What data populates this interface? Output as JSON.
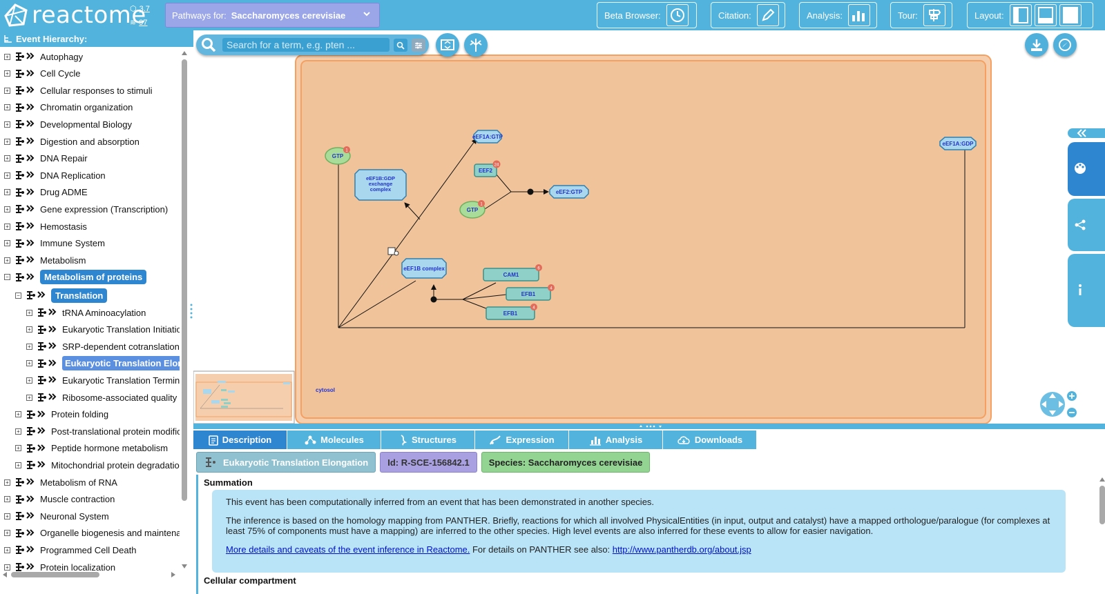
{
  "header": {
    "logo_text": "reactome",
    "version_top": "3.7",
    "version_bottom": "97",
    "species_label": "Pathways for:",
    "species_value": "Saccharomyces cerevisiae",
    "beta_browser": "Beta Browser:",
    "citation": "Citation:",
    "analysis": "Analysis:",
    "tour": "Tour:",
    "layout": "Layout:"
  },
  "left_panel": {
    "title": "Event Hierarchy:",
    "items": [
      {
        "label": "Autophagy",
        "expander": "+"
      },
      {
        "label": "Cell Cycle",
        "expander": "+"
      },
      {
        "label": "Cellular responses to stimuli",
        "expander": "+"
      },
      {
        "label": "Chromatin organization",
        "expander": "+"
      },
      {
        "label": "Developmental Biology",
        "expander": "+"
      },
      {
        "label": "Digestion and absorption",
        "expander": "+"
      },
      {
        "label": "DNA Repair",
        "expander": "+"
      },
      {
        "label": "DNA Replication",
        "expander": "+"
      },
      {
        "label": "Drug ADME",
        "expander": "+"
      },
      {
        "label": "Gene expression (Transcription)",
        "expander": "+"
      },
      {
        "label": "Hemostasis",
        "expander": "+"
      },
      {
        "label": "Immune System",
        "expander": "+"
      },
      {
        "label": "Metabolism",
        "expander": "+"
      },
      {
        "label": "Metabolism of proteins",
        "expander": "−"
      },
      {
        "label": "Translation",
        "expander": "−"
      },
      {
        "label": "tRNA Aminoacylation",
        "expander": "+"
      },
      {
        "label": "Eukaryotic Translation Initiatio",
        "expander": "+"
      },
      {
        "label": "SRP-dependent cotranslation",
        "expander": "+"
      },
      {
        "label": "Eukaryotic Translation Elon",
        "expander": "+"
      },
      {
        "label": "Eukaryotic Translation Termin",
        "expander": "+"
      },
      {
        "label": "Ribosome-associated quality",
        "expander": "+"
      },
      {
        "label": "Protein folding",
        "expander": "+"
      },
      {
        "label": "Post-translational protein modific",
        "expander": "+"
      },
      {
        "label": "Peptide hormone metabolism",
        "expander": "+"
      },
      {
        "label": "Mitochondrial protein degradatio",
        "expander": "+"
      },
      {
        "label": "Metabolism of RNA",
        "expander": "+"
      },
      {
        "label": "Muscle contraction",
        "expander": "+"
      },
      {
        "label": "Neuronal System",
        "expander": "+"
      },
      {
        "label": "Organelle biogenesis and maintena",
        "expander": "+"
      },
      {
        "label": "Programmed Cell Death",
        "expander": "+"
      },
      {
        "label": "Protein localization",
        "expander": "+"
      }
    ]
  },
  "diagram": {
    "search_placeholder": "Search for a term, e.g. pten ...",
    "compartment": "cytosol",
    "nodes": {
      "gtp1": "GTP",
      "eef1a_gtp": "eEF1A:GTP",
      "eef1a_gdp": "eEF1A:GDP",
      "eef2": "EEF2",
      "gtp2": "GTP",
      "eef2_gtp": "eEF2:GTP",
      "eef1b_gdp_1": "eEF1B:GDP",
      "eef1b_gdp_2": "exchange",
      "eef1b_gdp_3": "complex",
      "eef1b_complex": "eEF1B complex",
      "cam1": "CAM1",
      "efb1a": "EFB1",
      "efb1b": "EFB1"
    },
    "badges": {
      "gtp1": "1",
      "eef2": "24",
      "gtp2": "1",
      "cam1": "6",
      "efb1a": "4",
      "efb1b": "4"
    }
  },
  "details": {
    "tabs": [
      "Description",
      "Molecules",
      "Structures",
      "Expression",
      "Analysis",
      "Downloads"
    ],
    "pathway_name": "Eukaryotic Translation Elongation",
    "id_tag": "Id: R-SCE-156842.1",
    "species_tag": "Species: Saccharomyces cerevisiae",
    "summation_title": "Summation",
    "para1": "This event has been computationally inferred from an event that has been demonstrated in another species.",
    "para2": "The inference is based on the homology mapping from PANTHER. Briefly, reactions for which all involved PhysicalEntities (in input, output and catalyst) have a mapped orthologue/paralogue (for complexes at least 75% of components must have a mapping) are inferred to the other species. High level events are also inferred for these events to allow for easier navigation.",
    "link1": "More details and caveats of the event inference in Reactome.",
    "para3_mid": " For details on PANTHER see also: ",
    "link2": "http://www.pantherdb.org/about.jsp",
    "next_section": "Cellular compartment"
  },
  "colors": {
    "header_blue": "#52b4dd",
    "selected_blue": "#2f86d0",
    "compartment_fill": "#f0c39a",
    "compartment_border": "#f5a060",
    "complex_fill": "#a9d7ee",
    "protein_fill": "#8fd0c8",
    "small_molecule_fill": "#a8dc98",
    "badge_red": "#e26b5a"
  }
}
